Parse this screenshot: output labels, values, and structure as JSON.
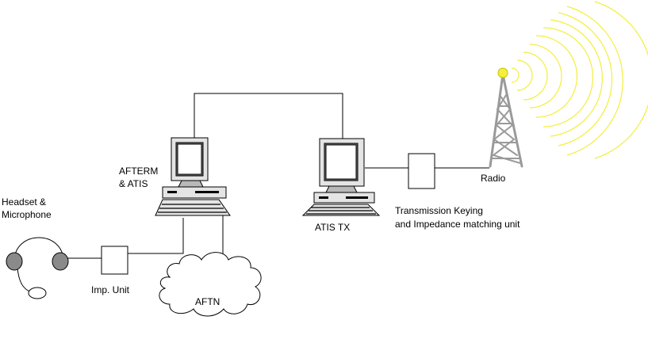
{
  "labels": {
    "headset_line1": "Headset &",
    "headset_line2": "Microphone",
    "imp_unit": "Imp. Unit",
    "afterm_line1": "AFTERM",
    "afterm_line2": "& ATIS",
    "aftn": "AFTN",
    "atis_tx": "ATIS TX",
    "radio": "Radio",
    "keying_line1": "Transmission  Keying",
    "keying_line2": "and Impedance matching unit"
  },
  "colors": {
    "radio_waves": "#f4ee3c",
    "antenna_tip": "#f4ee3c",
    "tower": "#9a9a9a"
  },
  "icons": [
    "headset-icon",
    "computer-icon",
    "cloud-icon",
    "radio-tower-icon"
  ]
}
